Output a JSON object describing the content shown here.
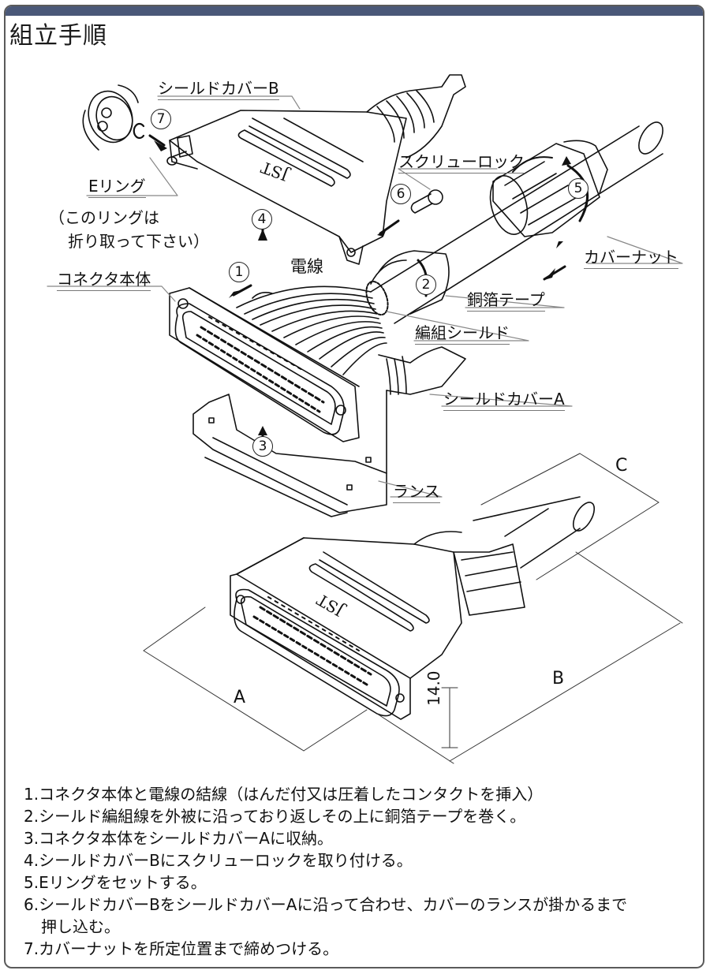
{
  "header": {
    "title": "組立手順",
    "bar_color": "#4a5878"
  },
  "labels": {
    "shield_cover_b": "シールドカバーB",
    "e_ring": "Eリング",
    "e_ring_note_1": "（このリングは",
    "e_ring_note_2": "折り取って下さい）",
    "screw_lock": "スクリューロック",
    "cover_nut": "カバーナット",
    "wire": "電線",
    "connector_body": "コネクタ本体",
    "copper_tape": "銅箔テープ",
    "braided_shield": "編組シールド",
    "shield_cover_a": "シールドカバーA",
    "lance": "ランス",
    "jst_mark": "JST"
  },
  "step_markers": [
    "1",
    "2",
    "3",
    "4",
    "5",
    "6",
    "7"
  ],
  "dimensions": {
    "a": "A",
    "b": "B",
    "c": "C",
    "height": "14.0"
  },
  "steps": [
    "1.コネクタ本体と電線の結線（はんだ付又は圧着したコンタクトを挿入）",
    "2.シールド編組線を外被に沿っており返しその上に銅箔テープを巻く。",
    "3.コネクタ本体をシールドカバーAに収納。",
    "4.シールドカバーBにスクリューロックを取り付ける。",
    "5.Eリングをセットする。",
    "6.シールドカバーBをシールドカバーAに沿って合わせ、カバーのランスが掛かるまで",
    "押し込む。",
    "7.カバーナットを所定位置まで締めつける。"
  ]
}
